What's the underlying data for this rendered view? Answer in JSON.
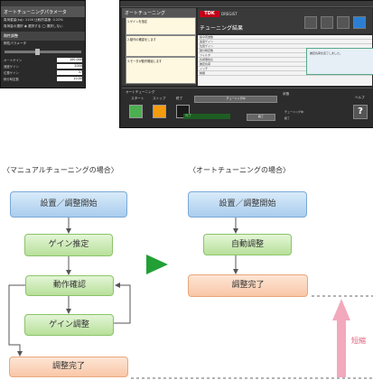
{
  "left_screenshot": {
    "title": "オートチューニングパラメータ",
    "header_text": "負荷重量(kg): 1100  比較的高速: 0.20%",
    "options_label": "負荷量の選択    ◉ 選択する    ◯ 選択しない",
    "sub_title": "剛性調整",
    "slider_label": "剛性パラメータ",
    "rows": [
      {
        "label": "オートゲイン",
        "value": "100.000"
      },
      {
        "label": "速度ゲイン",
        "value": "2000"
      },
      {
        "label": "位置ゲイン",
        "value": "37"
      },
      {
        "label": "積分時定数",
        "value": "10.00"
      }
    ]
  },
  "right_screenshot": {
    "panel_title": "オートチューニング",
    "panel_texts": [
      "1.ゲインを指定",
      "2.動作の確認をします",
      "3.モータが動作開始します"
    ],
    "logo": "TDK",
    "logo_sub": "DREGIST",
    "header_title": "チューニング結果",
    "table_rows": [
      "指令周波数",
      "速度ゲイン",
      "位置ゲイン",
      "積分時定数",
      "フィルタ",
      "負荷慣性比",
      "推定負荷",
      "ノッチ",
      "制振"
    ],
    "popup_text": "推定負荷を完了しました。",
    "bottom_title": "オートチューニング",
    "start_label": "スタート",
    "stop_label": "ストップ",
    "end_label": "終了",
    "bar_label": "チューニング中",
    "right_label": "状態",
    "help_label": "ヘルプ",
    "status_text": "完了",
    "result_label": "終了",
    "radio_items": [
      "チューニング中",
      "終了"
    ]
  },
  "manual": {
    "label": "〈マニュアルチューニングの場合〉",
    "steps": [
      "設置／調整開始",
      "ゲイン推定",
      "動作確認",
      "ゲイン調整",
      "調整完了"
    ]
  },
  "auto": {
    "label": "〈オートチューニングの場合〉",
    "steps": [
      "設置／調整開始",
      "自動調整",
      "調整完了"
    ]
  },
  "shorten_label": "短縮",
  "colors": {
    "blue_node": "#a9cdee",
    "green_node": "#b8e09a",
    "orange_node": "#f9c7a7",
    "arrow_green": "#22a036",
    "shorten_arrow": "#f2a9bd",
    "connector": "#555555"
  }
}
